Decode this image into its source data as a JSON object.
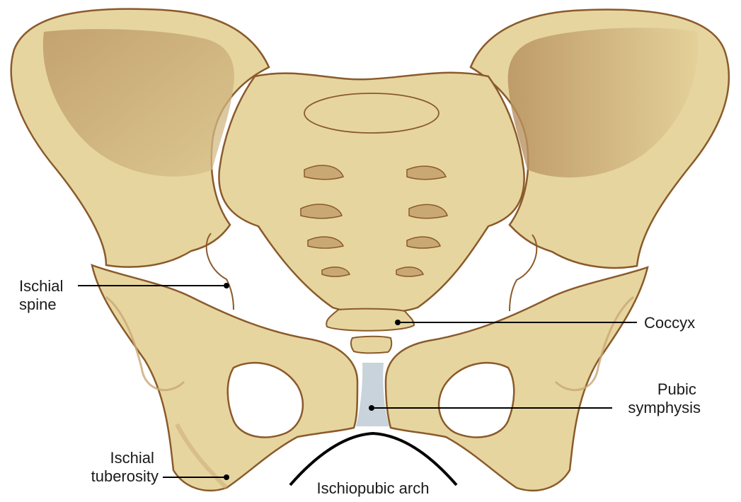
{
  "labels": {
    "ischial_spine": [
      "Ischial",
      "spine"
    ],
    "coccyx": "Coccyx",
    "pubic_symphysis": [
      "Pubic",
      "symphysis"
    ],
    "ischial_tuberosity": [
      "Ischial",
      "tuberosity"
    ],
    "ischiopubic_arch": "Ischiopubic arch"
  },
  "colors": {
    "bone_fill": "#e6d59f",
    "bone_outline": "#8a5a2b",
    "bone_shadow": "#c9a874",
    "cartilage": "#c9d3dc",
    "leader_line": "#000000",
    "arch_line": "#000000"
  }
}
